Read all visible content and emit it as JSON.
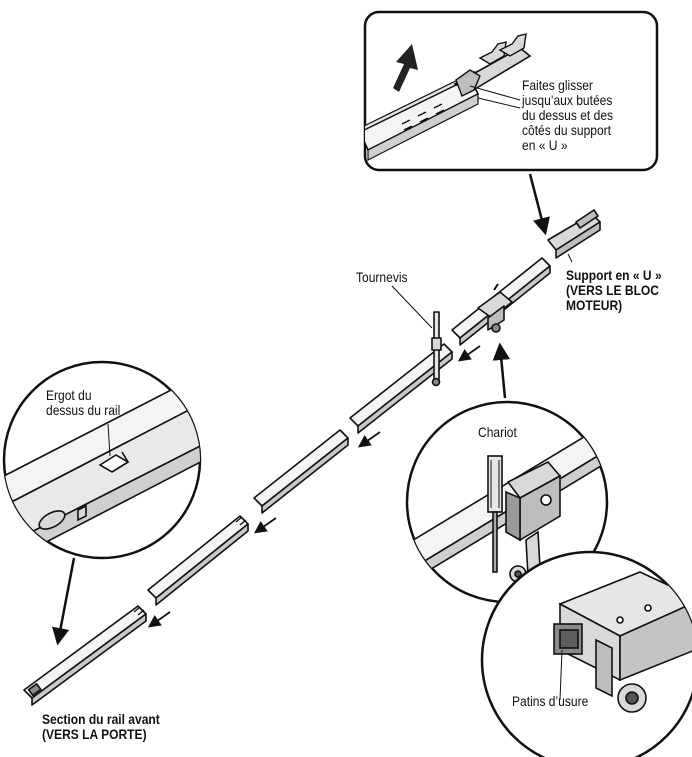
{
  "labels": {
    "slide_instruction": [
      "Faites glisser",
      "jusqu’aux butées",
      "du dessus et des",
      "côtés du support",
      "en « U »"
    ],
    "screwdriver": "Tournevis",
    "u_bracket": [
      "Support en « U »",
      "(VERS LE BLOC",
      "MOTEUR)"
    ],
    "rail_tab": [
      "Ergot du",
      "dessus du rail"
    ],
    "trolley": "Chariot",
    "wear_pads": "Patins d’usure",
    "front_rail": [
      "Section du rail avant",
      "(VERS LA PORTE)"
    ]
  },
  "colors": {
    "line": "#111111",
    "rail_fill": "#f4f4f4",
    "metal_fill": "#d9d9d9",
    "shadow": "#9a9a9a"
  }
}
